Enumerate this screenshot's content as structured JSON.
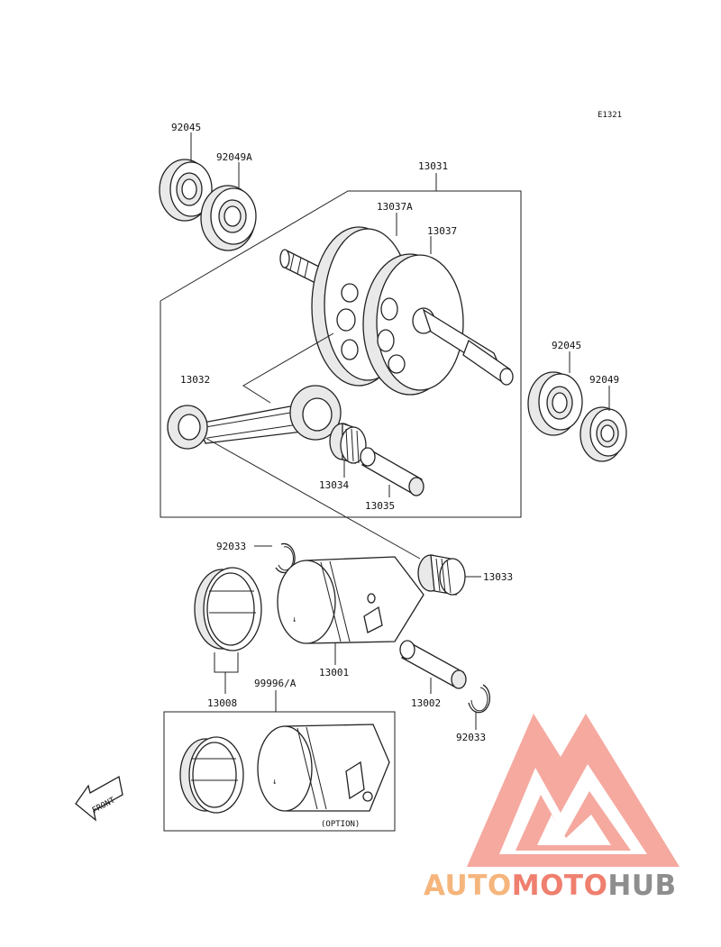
{
  "diagram_code": "E1321",
  "labels": {
    "p92045_top": "92045",
    "p92049a": "92049A",
    "p13031": "13031",
    "p13037a": "13037A",
    "p13037": "13037",
    "p13032": "13032",
    "p13034": "13034",
    "p13035": "13035",
    "p92045_right": "92045",
    "p92049": "92049",
    "p92033_top": "92033",
    "p13033": "13033",
    "p13001": "13001",
    "p13008": "13008",
    "p99996a": "99996/A",
    "p13002": "13002",
    "p92033_bottom": "92033",
    "option": "(OPTION)",
    "front": "FRONT"
  },
  "watermark": {
    "part1": "AUTO",
    "part2": "MOTO",
    "part3": "HUB",
    "color_orange": "#f5b57c",
    "color_red": "#ef7f6f",
    "color_gray": "#8e8e8e"
  }
}
